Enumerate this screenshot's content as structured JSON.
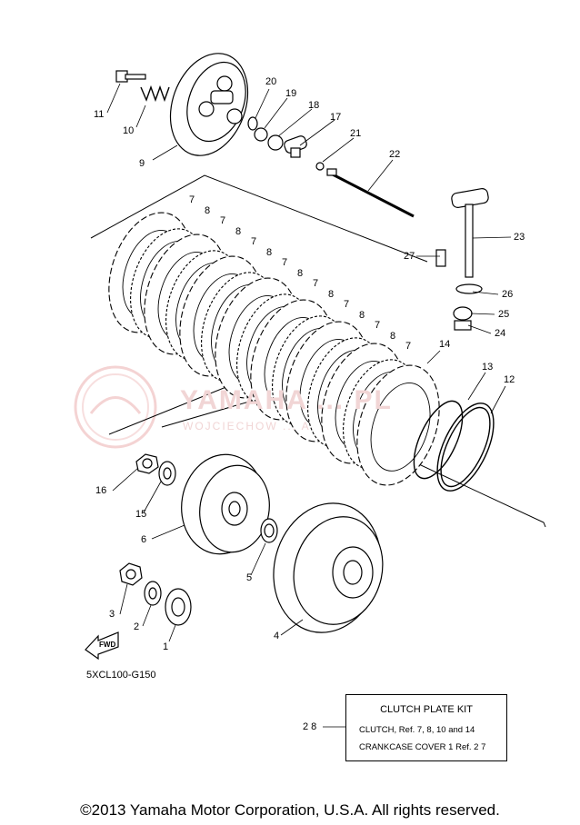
{
  "diagram_code": "5XCL100-G150",
  "fwd_label": "FWD",
  "watermark": {
    "brand": "YAMAHA ... PL",
    "sub": "WOJCIECHOW ... A"
  },
  "callouts": [
    {
      "id": "c11",
      "text": "11"
    },
    {
      "id": "c10",
      "text": "10"
    },
    {
      "id": "c9",
      "text": "9"
    },
    {
      "id": "c20",
      "text": "20"
    },
    {
      "id": "c19",
      "text": "19"
    },
    {
      "id": "c18",
      "text": "18"
    },
    {
      "id": "c17",
      "text": "17"
    },
    {
      "id": "c21",
      "text": "21"
    },
    {
      "id": "c22",
      "text": "22"
    },
    {
      "id": "c23",
      "text": "23"
    },
    {
      "id": "c27",
      "text": "27"
    },
    {
      "id": "c26",
      "text": "26"
    },
    {
      "id": "c25",
      "text": "25"
    },
    {
      "id": "c24",
      "text": "24"
    },
    {
      "id": "c14",
      "text": "14"
    },
    {
      "id": "c13",
      "text": "13"
    },
    {
      "id": "c12",
      "text": "12"
    },
    {
      "id": "c16",
      "text": "16"
    },
    {
      "id": "c15",
      "text": "15"
    },
    {
      "id": "c6",
      "text": "6"
    },
    {
      "id": "c5",
      "text": "5"
    },
    {
      "id": "c3",
      "text": "3"
    },
    {
      "id": "c2",
      "text": "2"
    },
    {
      "id": "c1",
      "text": "1"
    },
    {
      "id": "c4",
      "text": "4"
    }
  ],
  "plate_labels": [
    "7",
    "8",
    "7",
    "8",
    "7",
    "8",
    "7",
    "8",
    "7",
    "8",
    "7",
    "8",
    "7",
    "8",
    "7"
  ],
  "kit": {
    "number": "2 8",
    "title": "CLUTCH PLATE KIT",
    "line1": "CLUTCH, Ref.  7, 8, 10 and 14",
    "line2": "CRANKCASE COVER 1 Ref. 2 7"
  },
  "copyright": "©2013 Yamaha Motor Corporation, U.S.A. All rights reserved."
}
